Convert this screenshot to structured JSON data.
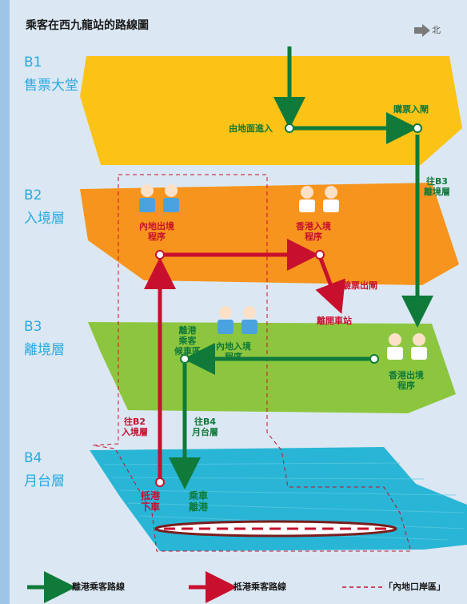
{
  "title": "乘客在西九龍站的路線圖",
  "north": "北",
  "floors": [
    {
      "code": "B1",
      "name": "售票大堂",
      "color": "#fbc316"
    },
    {
      "code": "B2",
      "name": "入境層",
      "color": "#f7941d"
    },
    {
      "code": "B3",
      "name": "離境層",
      "color": "#8cc63f"
    },
    {
      "code": "B4",
      "name": "月台層",
      "color": "#29b5d6"
    }
  ],
  "labels": {
    "ground_entry": "由地面進入",
    "ticket_gate": "購票入閘",
    "to_b3": "往B3\n離境層",
    "mainland_exit": "內地出境\n程序",
    "hk_entry": "香港入境\n程序",
    "ticket_check": "驗票出閘",
    "leave_station": "離開車站",
    "departure_waiting": "離港\n乘客\n候車區",
    "mainland_entry": "內地入境\n程序",
    "hk_exit": "香港出境\n程序",
    "to_b2": "往B2\n入境層",
    "to_b4": "往B4\n月台層",
    "arrive": "抵港\n下車",
    "board": "乘車\n離港"
  },
  "legend": {
    "departure": "離港乘客路線",
    "arrival": "抵港乘客路線",
    "mainland_port": "「內地口岸區」"
  },
  "colors": {
    "departure_route": "#0f7a3a",
    "arrival_route": "#c8102e",
    "floor_text": "#29a9e0"
  }
}
